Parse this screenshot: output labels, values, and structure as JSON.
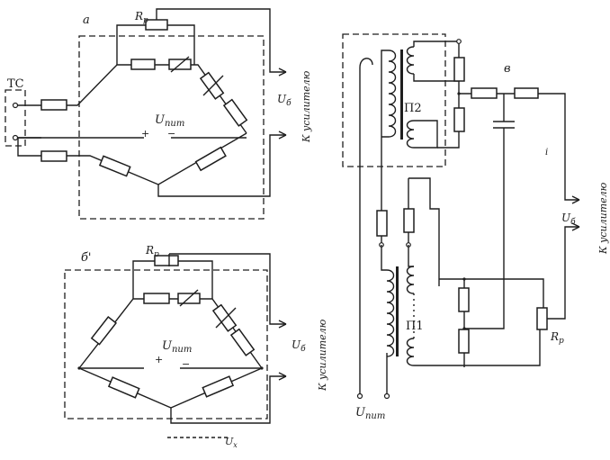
{
  "labels": {
    "panel_a": "а",
    "panel_b": "б'",
    "panel_v": "в",
    "tc": "ТС",
    "rp": "R",
    "rp_sub": "р",
    "ub": "U",
    "ub_sub": "б",
    "upit": "U",
    "upit_sub": "пит",
    "plus": "+",
    "minus": "−",
    "amp": "К усилителю",
    "p1": "П1",
    "p2": "П2",
    "ux": "U",
    "ux_sub": "x",
    "small_mark": "i"
  },
  "colors": {
    "ink": "#1e1e1e",
    "paper": "#ffffff"
  }
}
